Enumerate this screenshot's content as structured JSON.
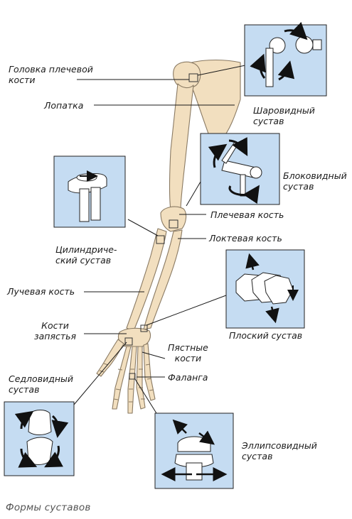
{
  "caption": "Формы суставов",
  "labels": {
    "humerus_head_1": "Головка плечевой",
    "humerus_head_2": "кости",
    "scapula": "Лопатка",
    "ball_joint_1": "Шаровидный",
    "ball_joint_2": "сустав",
    "hinge_joint_1": "Блоковидный",
    "hinge_joint_2": "сустав",
    "humerus": "Плечевая кость",
    "ulna": "Локтевая кость",
    "pivot_joint_1": "Цилиндриче-",
    "pivot_joint_2": "ский сустав",
    "radius": "Лучевая кость",
    "plane_joint": "Плоский сустав",
    "carpals_1": "Кости",
    "carpals_2": "запястья",
    "metacarpals_1": "Пястные",
    "metacarpals_2": "кости",
    "phalanx": "Фаланга",
    "saddle_joint_1": "Седловидный",
    "saddle_joint_2": "сустав",
    "ellipsoid_joint_1": "Эллипсовидный",
    "ellipsoid_joint_2": "сустав"
  },
  "colors": {
    "bone": "#f2dfbf",
    "bone_outline": "#8a7a63",
    "inset_bg": "#c5dcf2",
    "joint_model": "#ffffff",
    "arrow": "#111111"
  }
}
